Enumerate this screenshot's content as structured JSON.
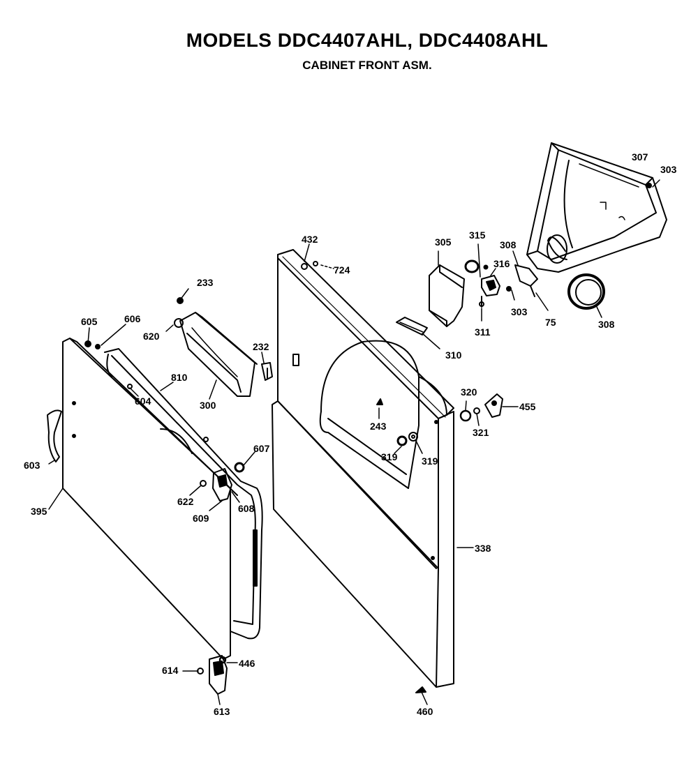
{
  "header": {
    "title": "MODELS DDC4407AHL, DDC4408AHL",
    "subtitle": "CABINET FRONT ASM."
  },
  "callouts": [
    {
      "id": "l307",
      "text": "307"
    },
    {
      "id": "l303a",
      "text": "303"
    },
    {
      "id": "l432",
      "text": "432"
    },
    {
      "id": "l724",
      "text": "724"
    },
    {
      "id": "l305",
      "text": "305"
    },
    {
      "id": "l315",
      "text": "315"
    },
    {
      "id": "l316",
      "text": "316"
    },
    {
      "id": "l308a",
      "text": "308"
    },
    {
      "id": "l303b",
      "text": "303"
    },
    {
      "id": "l311",
      "text": "311"
    },
    {
      "id": "l75",
      "text": "75"
    },
    {
      "id": "l308b",
      "text": "308"
    },
    {
      "id": "l310",
      "text": "310"
    },
    {
      "id": "l233",
      "text": "233"
    },
    {
      "id": "l620",
      "text": "620"
    },
    {
      "id": "l605",
      "text": "605"
    },
    {
      "id": "l606",
      "text": "606"
    },
    {
      "id": "l810",
      "text": "810"
    },
    {
      "id": "l604",
      "text": "604"
    },
    {
      "id": "l300",
      "text": "300"
    },
    {
      "id": "l232",
      "text": "232"
    },
    {
      "id": "l603",
      "text": "603"
    },
    {
      "id": "l607",
      "text": "607"
    },
    {
      "id": "l622",
      "text": "622"
    },
    {
      "id": "l609",
      "text": "609"
    },
    {
      "id": "l608",
      "text": "608"
    },
    {
      "id": "l395",
      "text": "395"
    },
    {
      "id": "l243",
      "text": "243"
    },
    {
      "id": "l319a",
      "text": "319"
    },
    {
      "id": "l319b",
      "text": "319"
    },
    {
      "id": "l320",
      "text": "320"
    },
    {
      "id": "l321",
      "text": "321"
    },
    {
      "id": "l455",
      "text": "455"
    },
    {
      "id": "l338",
      "text": "338"
    },
    {
      "id": "l614",
      "text": "614"
    },
    {
      "id": "l446",
      "text": "446"
    },
    {
      "id": "l613",
      "text": "613"
    },
    {
      "id": "l460",
      "text": "460"
    }
  ]
}
